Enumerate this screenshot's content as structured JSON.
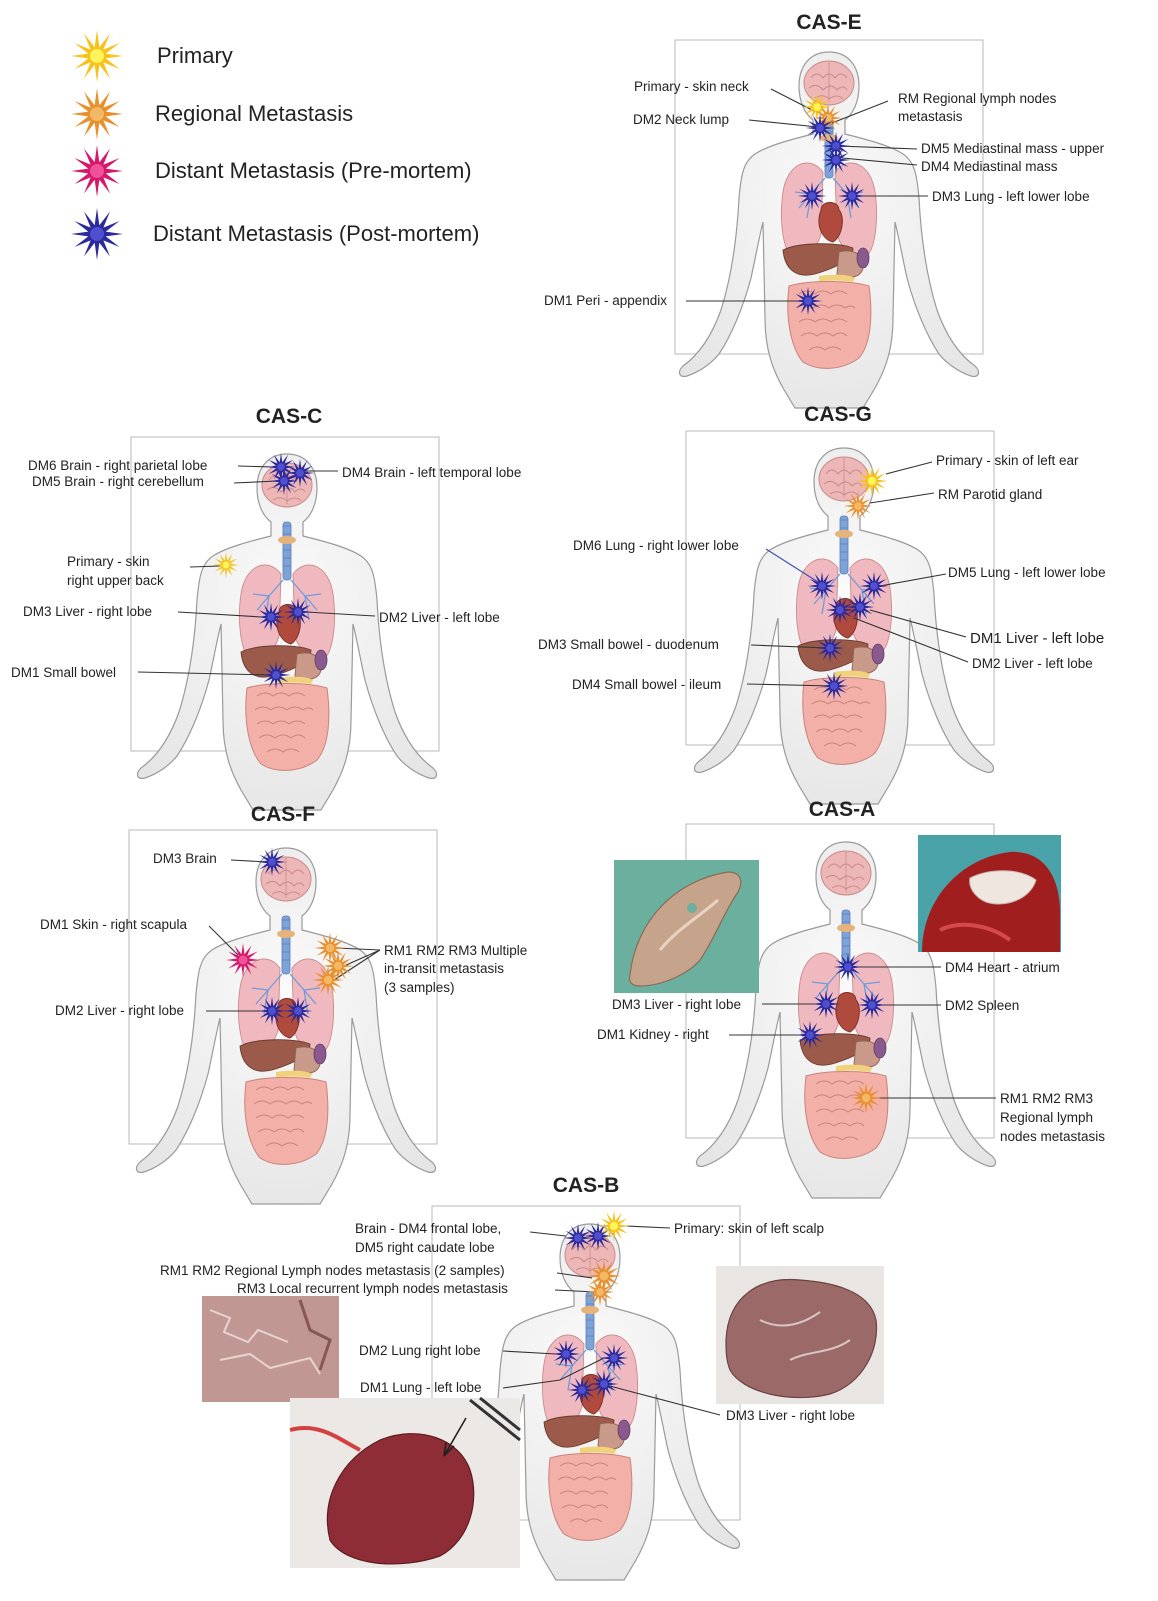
{
  "legend": [
    {
      "label": "Primary",
      "color": "#f7c21b",
      "core": "#fff45a"
    },
    {
      "label": "Regional Metastasis",
      "color": "#e8902e",
      "core": "#f3b866"
    },
    {
      "label": "Distant Metastasis (Pre-mortem)",
      "color": "#d6186a",
      "core": "#ef5298"
    },
    {
      "label": "Distant Metastasis (Post-mortem)",
      "color": "#2b2a9c",
      "core": "#4f4fcf"
    }
  ],
  "cases": [
    {
      "title": "CAS-E",
      "labels": [
        "Primary - skin neck",
        "DM2 Neck lump",
        "RM Regional lymph nodes",
        "metastasis",
        "DM5 Mediastinal mass - upper",
        "DM4 Mediastinal mass",
        "DM3 Lung - left lower lobe",
        "DM1 Peri - appendix"
      ]
    },
    {
      "title": "CAS-C",
      "labels": [
        "DM6 Brain - right parietal lobe",
        "DM5 Brain - right cerebellum",
        "DM4 Brain - left temporal lobe",
        "Primary - skin",
        "right upper back",
        "DM3 Liver - right lobe",
        "DM2 Liver -  left lobe",
        "DM1 Small bowel"
      ]
    },
    {
      "title": "CAS-G",
      "labels": [
        "Primary - skin of left ear",
        "RM Parotid gland",
        "DM6 Lung - right lower lobe",
        "DM5 Lung - left lower lobe",
        "DM1 Liver - left lobe",
        "DM2 Liver - left lobe",
        "DM3 Small bowel - duodenum",
        "DM4 Small bowel - ileum"
      ]
    },
    {
      "title": "CAS-F",
      "labels": [
        "DM3 Brain",
        "DM1 Skin - right scapula",
        "RM1 RM2 RM3 Multiple",
        "in-transit metastasis",
        "(3 samples)",
        "DM2 Liver - right lobe"
      ]
    },
    {
      "title": "CAS-A",
      "labels": [
        "DM4 Heart - atrium",
        "DM3 Liver - right lobe",
        "DM2 Spleen",
        "DM1 Kidney - right",
        "RM1 RM2 RM3",
        "Regional lymph",
        "nodes metastasis"
      ]
    },
    {
      "title": "CAS-B",
      "labels": [
        "Brain - DM4 frontal lobe,",
        "DM5 right caudate lobe",
        "Primary: skin of left scalp",
        "RM1 RM2 Regional Lymph nodes metastasis (2 samples)",
        "RM3 Local recurrent lymph nodes metastasis",
        "DM2 Lung right lobe",
        "DM1 Lung - left lobe",
        "DM3 Liver - right lobe"
      ]
    }
  ]
}
